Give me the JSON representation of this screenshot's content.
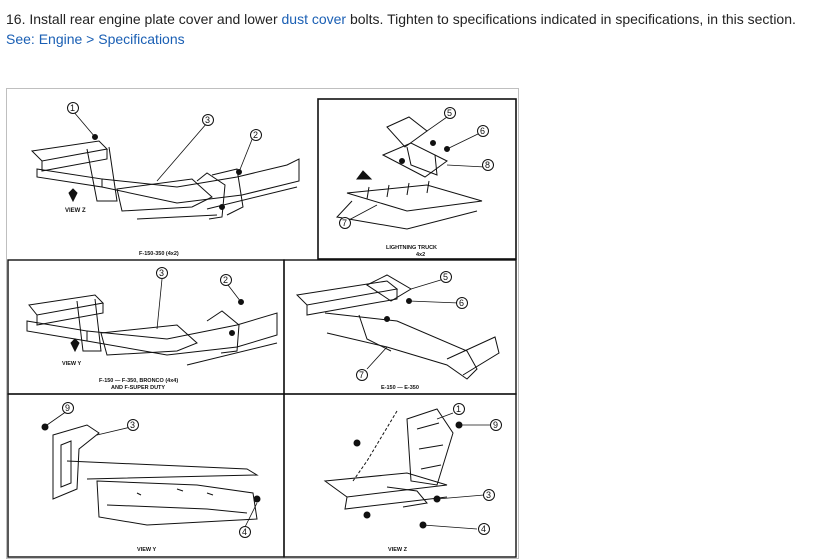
{
  "step": {
    "text_prefix": "16. Install rear engine plate cover and lower ",
    "link_dust_cover": "dust cover",
    "text_suffix": " bolts. Tighten to specifications indicated in specifications, in this section.",
    "see_label": "See: ",
    "link_specs": "Engine > Specifications"
  },
  "figure": {
    "panels": {
      "top_left": {
        "view": "VIEW Z",
        "caption": "F-150-350 (4x2)",
        "callouts": [
          "1",
          "3",
          "2"
        ]
      },
      "top_right": {
        "caption_line1": "LIGHTNING TRUCK",
        "caption_line2": "4x2",
        "callouts": [
          "5",
          "6",
          "8",
          "7"
        ]
      },
      "mid_left": {
        "view": "VIEW Y",
        "caption_line1": "F-150 — F-350, BRONCO (4x4)",
        "caption_line2": "AND F-SUPER DUTY",
        "callouts": [
          "3",
          "2"
        ]
      },
      "mid_right": {
        "caption": "E-150 — E-350",
        "callouts": [
          "5",
          "6",
          "7"
        ]
      },
      "bot_left": {
        "view": "VIEW Y",
        "callouts": [
          "9",
          "3",
          "4"
        ]
      },
      "bot_right": {
        "view": "VIEW Z",
        "callouts": [
          "1",
          "9",
          "3",
          "4"
        ]
      }
    }
  }
}
